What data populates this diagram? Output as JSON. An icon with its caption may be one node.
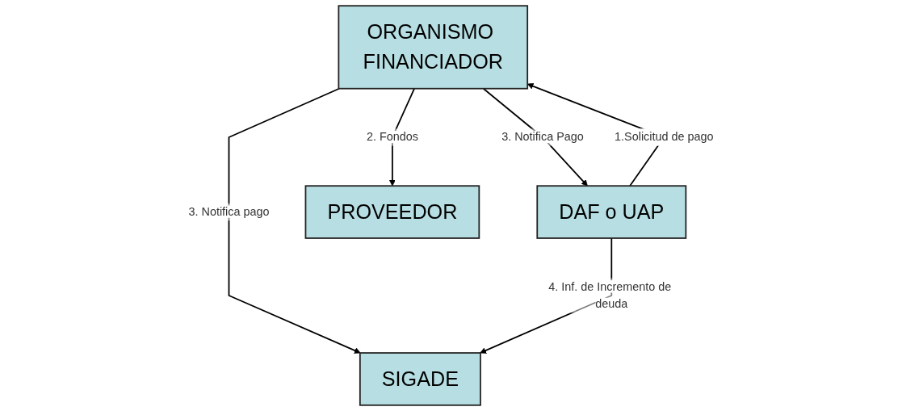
{
  "diagram": {
    "nodes": [
      {
        "text": [
          "ORGANISMO FINANCIADOR"
        ]
      },
      {
        "text": [
          "DAF o UAP"
        ]
      },
      {
        "text": [
          "PROVEEDOR"
        ]
      },
      {
        "text": [
          "SIGADE"
        ]
      }
    ],
    "edges": [
      {
        "from": 1,
        "to": 0,
        "label": "1.Solicitud de pago",
        "arrow": "to"
      },
      {
        "from": 0,
        "to": 2,
        "label": "2. Fondos",
        "arrow": "to"
      },
      {
        "from": 0,
        "to": 1,
        "label": "3. Notifica Pago",
        "arrow": "to"
      },
      {
        "from": 0,
        "to": 3,
        "label": "3. Notifica pago",
        "arrow": "to"
      },
      {
        "from": 1,
        "to": 3,
        "label": "4. Inf. de Incremento de deuda",
        "arrow": "to"
      }
    ]
  }
}
